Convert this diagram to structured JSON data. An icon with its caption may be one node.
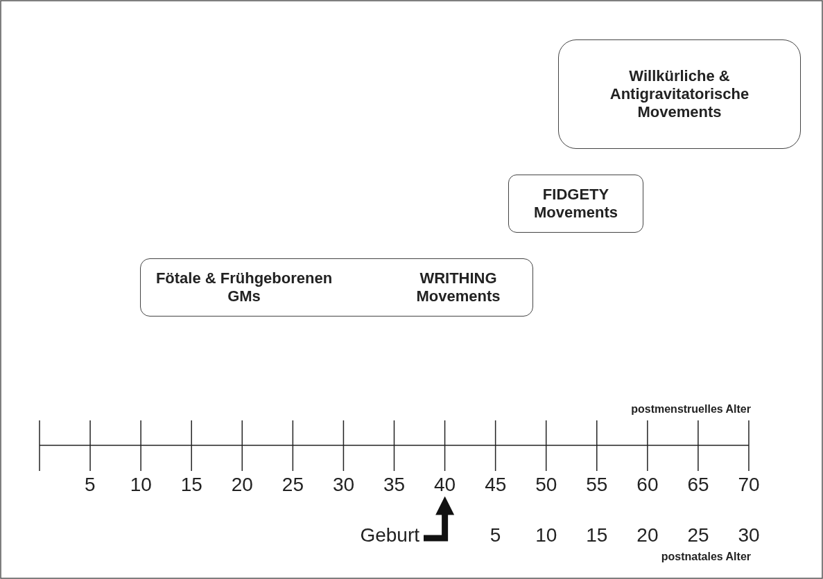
{
  "diagram": {
    "nodes": [
      {
        "text": [
          "Willkürliche & Antigravitatorische Movements"
        ]
      },
      {
        "text": [
          "FIDGETY Movements"
        ]
      },
      {
        "text": [
          "Fötale & Frühgeborenen GMs",
          "WRITHING Movements"
        ]
      },
      {
        "text": [
          "Geburt"
        ]
      },
      {
        "text": [
          "40"
        ]
      }
    ],
    "edges": [
      {
        "from": 3,
        "to": 4,
        "arrow": "to"
      }
    ],
    "labels": [
      "postmenstruelles Alter",
      "5",
      "10",
      "15",
      "20",
      "25",
      "30",
      "35",
      "45",
      "50",
      "55",
      "60",
      "65",
      "70",
      "5",
      "10",
      "15",
      "20",
      "25",
      "30",
      "postnatales Alter"
    ]
  }
}
